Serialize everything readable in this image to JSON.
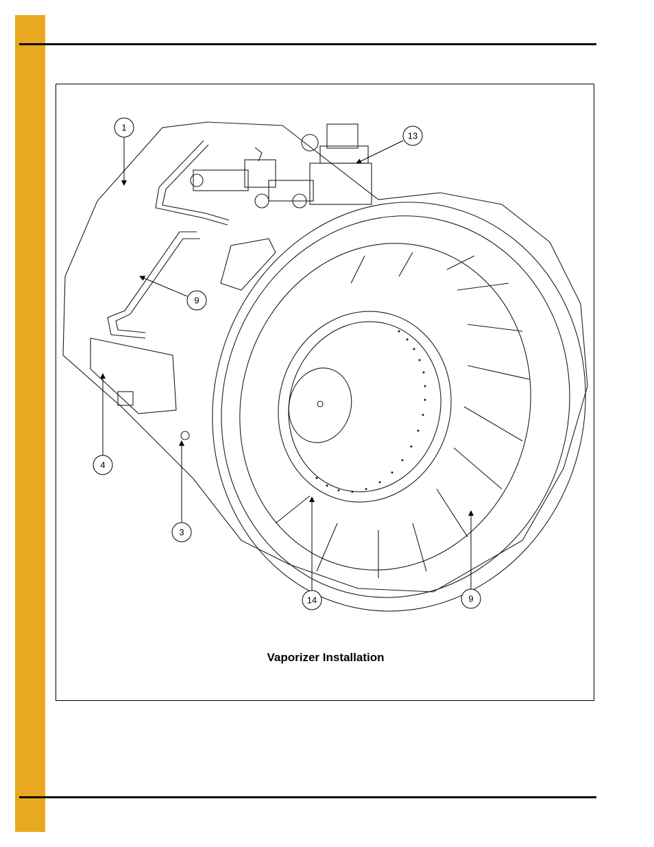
{
  "colors": {
    "sidebar": "#e8a820",
    "rule": "#000000",
    "line": "#1a1a1a"
  },
  "figure": {
    "caption": "Vaporizer Installation",
    "callouts": [
      "1",
      "13",
      "9",
      "4",
      "3",
      "14",
      "9"
    ]
  }
}
